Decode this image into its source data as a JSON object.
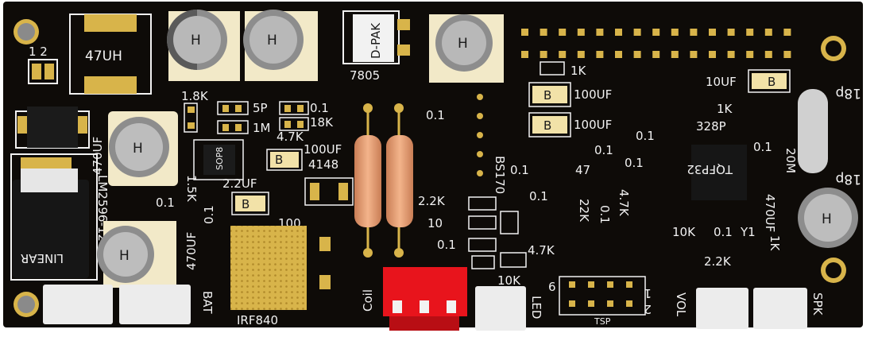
{
  "colors": {
    "board": "#0e0b08",
    "pad": "#d8b44a",
    "silk": "#f2f2f2",
    "connector_red": "#e8141c",
    "connector_white": "#ececec",
    "resistor_body": "#e9a27a"
  },
  "labels": {
    "inductor": "47UH",
    "pins12": "1 2",
    "r_1k8": "1.8K",
    "c_5p": "5P",
    "r_1m": "1M",
    "c_01_a": "0.1",
    "r_18k": "18K",
    "r_4k7_a": "4.7K",
    "c_100uf_a": "100UF",
    "d_4148": "4148",
    "c_2u2": "2.2UF",
    "r_100": "100",
    "reg_dpak": "D-PAK",
    "reg_7805": "7805",
    "c_01_b": "0.1",
    "r_1k_top": "1K",
    "c_100uf_b": "100UF",
    "c_100uf_c": "100UF",
    "c_01_c": "0.1",
    "c_01_d": "0.1",
    "r_47": "47",
    "c_10uf": "10UF",
    "r_1k_b": "1K",
    "mcu_328p": "328P",
    "c_01_e": "0.1",
    "c_01_f": "0.1",
    "c_01_g": "0.1",
    "c_18p_top": "18p",
    "c_18p_bot": "18p",
    "xtal_20m": "20M",
    "mcu_marking": "TQFP32",
    "c_470uf_a": "470UF",
    "r_1k5": "1.5K",
    "ic_lm2596": "LM2596-12",
    "c_01_h": "0.1",
    "c_01_i": "0.1",
    "c_470uf_b": "470UF",
    "bat": "BAT",
    "mosfet": "IRF840",
    "coil": "Coil",
    "r_2k2_a": "2.2K",
    "r_10": "10",
    "c_01_j": "0.1",
    "bs170": "BS170",
    "c_01_k": "0.1",
    "r_4k7_b": "4.7K",
    "r_22k": "22K",
    "c_01_l": "0.1",
    "r_4k7_c": "4.7K",
    "r_10k_a": "10K",
    "led": "LED",
    "tsp_6": "6",
    "tsp_2": "2",
    "tsp_1": "1",
    "tsp": "TSP",
    "r_10k_b": "10K",
    "c_01_m": "0.1",
    "y1": "Y1",
    "r_2k2_b": "2.2K",
    "vol": "VOL",
    "c_470uf_c": "470UF",
    "r_1k_c": "1K",
    "spk": "SPK",
    "cap_mark": "H",
    "tant_mark": "B",
    "so8": "SOP8",
    "linear": "LINEAR"
  }
}
